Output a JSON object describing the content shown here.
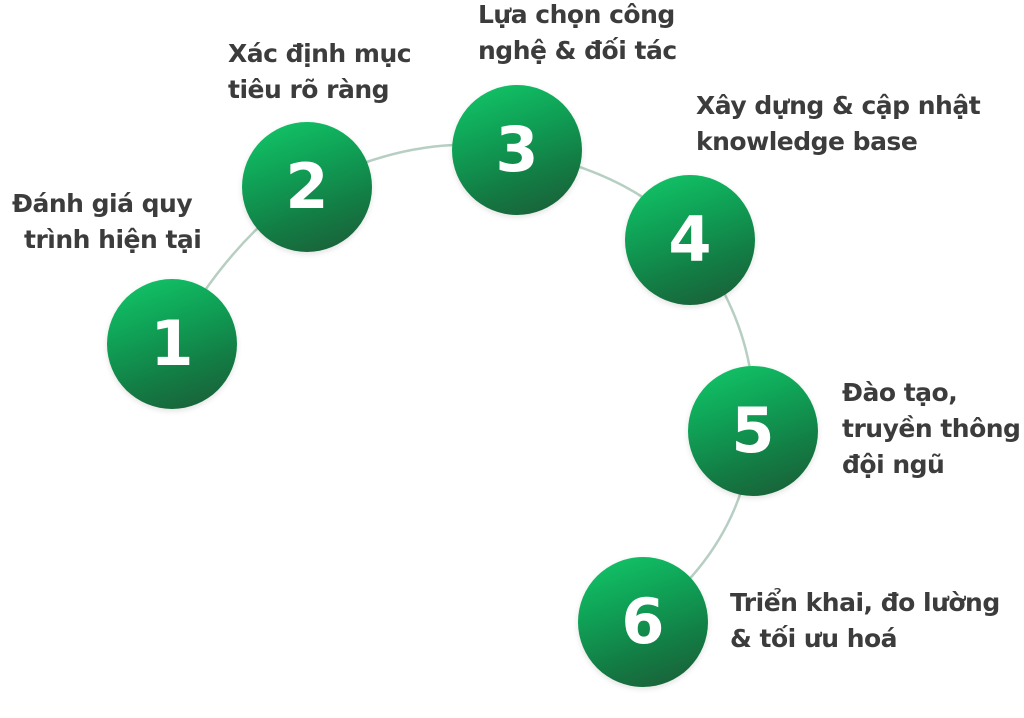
{
  "colors": {
    "circle_top": "#13c96a",
    "circle_bottom": "#1c5a37",
    "connector_line": "#b7cfc2",
    "label_text": "#3c3c3c",
    "number_text": "#ffffff"
  },
  "steps": [
    {
      "number": "1",
      "label_lines": [
        "Đánh giá quy",
        "trình hiện tại"
      ]
    },
    {
      "number": "2",
      "label_lines": [
        "Xác định mục",
        "tiêu rõ ràng"
      ]
    },
    {
      "number": "3",
      "label_lines": [
        "Lựa chọn công",
        "nghệ & đối tác"
      ]
    },
    {
      "number": "4",
      "label_lines": [
        "Xây dựng & cập nhật",
        "knowledge base"
      ]
    },
    {
      "number": "5",
      "label_lines": [
        "Đào tạo,",
        "truyền thông",
        "đội ngũ"
      ]
    },
    {
      "number": "6",
      "label_lines": [
        "Triển khai, đo lường",
        "& tối ưu hoá"
      ]
    }
  ]
}
